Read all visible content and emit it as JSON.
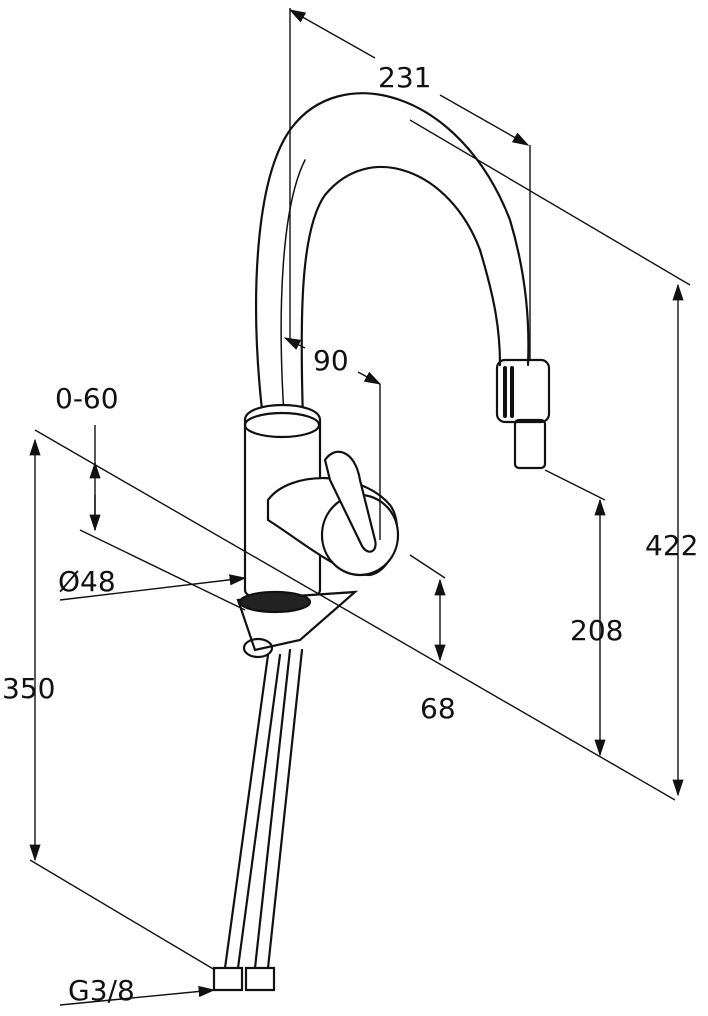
{
  "drawing": {
    "dimensions": {
      "spout_reach": "231",
      "handle_offset": "90",
      "deck_thickness": "0-60",
      "base_diameter": "Ø48",
      "hose_length": "350",
      "handle_height": "68",
      "spout_clearance": "208",
      "total_height": "422",
      "connection_thread": "G3/8"
    }
  }
}
